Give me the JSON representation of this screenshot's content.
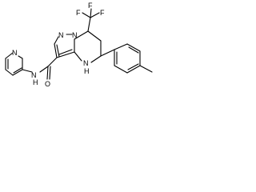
{
  "atoms": {
    "n_pyridine": "N",
    "amide_nh": "N",
    "amide_nh_h": "H",
    "amide_o": "O",
    "pyrazole_n1": "N",
    "pyrazole_n2": "N",
    "ring_nh": "N",
    "ring_nh_h": "H",
    "cf3_f_top": "F",
    "cf3_f_left": "F",
    "cf3_f_right": "F"
  }
}
